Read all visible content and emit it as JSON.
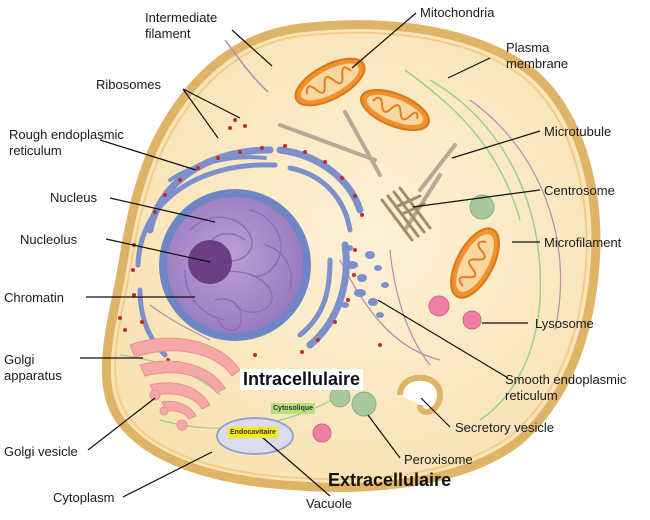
{
  "labels": {
    "intermediate_filament_1": "Intermediate",
    "intermediate_filament_2": "filament",
    "ribosomes": "Ribosomes",
    "rough_er_1": "Rough endoplasmic",
    "rough_er_2": "reticulum",
    "nucleus": "Nucleus",
    "nucleolus": "Nucleolus",
    "chromatin": "Chromatin",
    "golgi_apparatus_1": "Golgi",
    "golgi_apparatus_2": "apparatus",
    "golgi_vesicle": "Golgi vesicle",
    "cytoplasm": "Cytoplasm",
    "vacuole": "Vacuole",
    "mitochondria": "Mitochondria",
    "plasma_membrane_1": "Plasma",
    "plasma_membrane_2": "membrane",
    "microtubule": "Microtubule",
    "centrosome": "Centrosome",
    "microfilament": "Microfilament",
    "lysosome": "Lysosome",
    "smooth_er_1": "Smooth endoplasmic",
    "smooth_er_2": "reticulum",
    "secretory_vesicle": "Secretory vesicle",
    "peroxisome": "Peroxisome"
  },
  "overlay": {
    "intracellulaire": "Intracellulaire",
    "extracellulaire": "Extracellulaire",
    "cytosolique": "Cytosolique",
    "endocavitaire": "Endocavitaire"
  },
  "colors": {
    "cell_fill": "#fbe9c4",
    "membrane": "#e0b466",
    "nucleus_env": "#6f86c6",
    "nucleus_fill": "#a98dc9",
    "nucleolus": "#6a3f86",
    "er": "#7d90cd",
    "ribosome": "#c42a2a",
    "mito_outer": "#f0912d",
    "mito_inner": "#fbd7a0",
    "golgi": "#f6a7a7",
    "lysosome": "#ef7fa4",
    "peroxisome": "#a9c89f",
    "vacuole": "#d9dcef",
    "cytosolique_tag": "#b7e07c",
    "endocavitaire_tag": "#f6ea1a"
  }
}
